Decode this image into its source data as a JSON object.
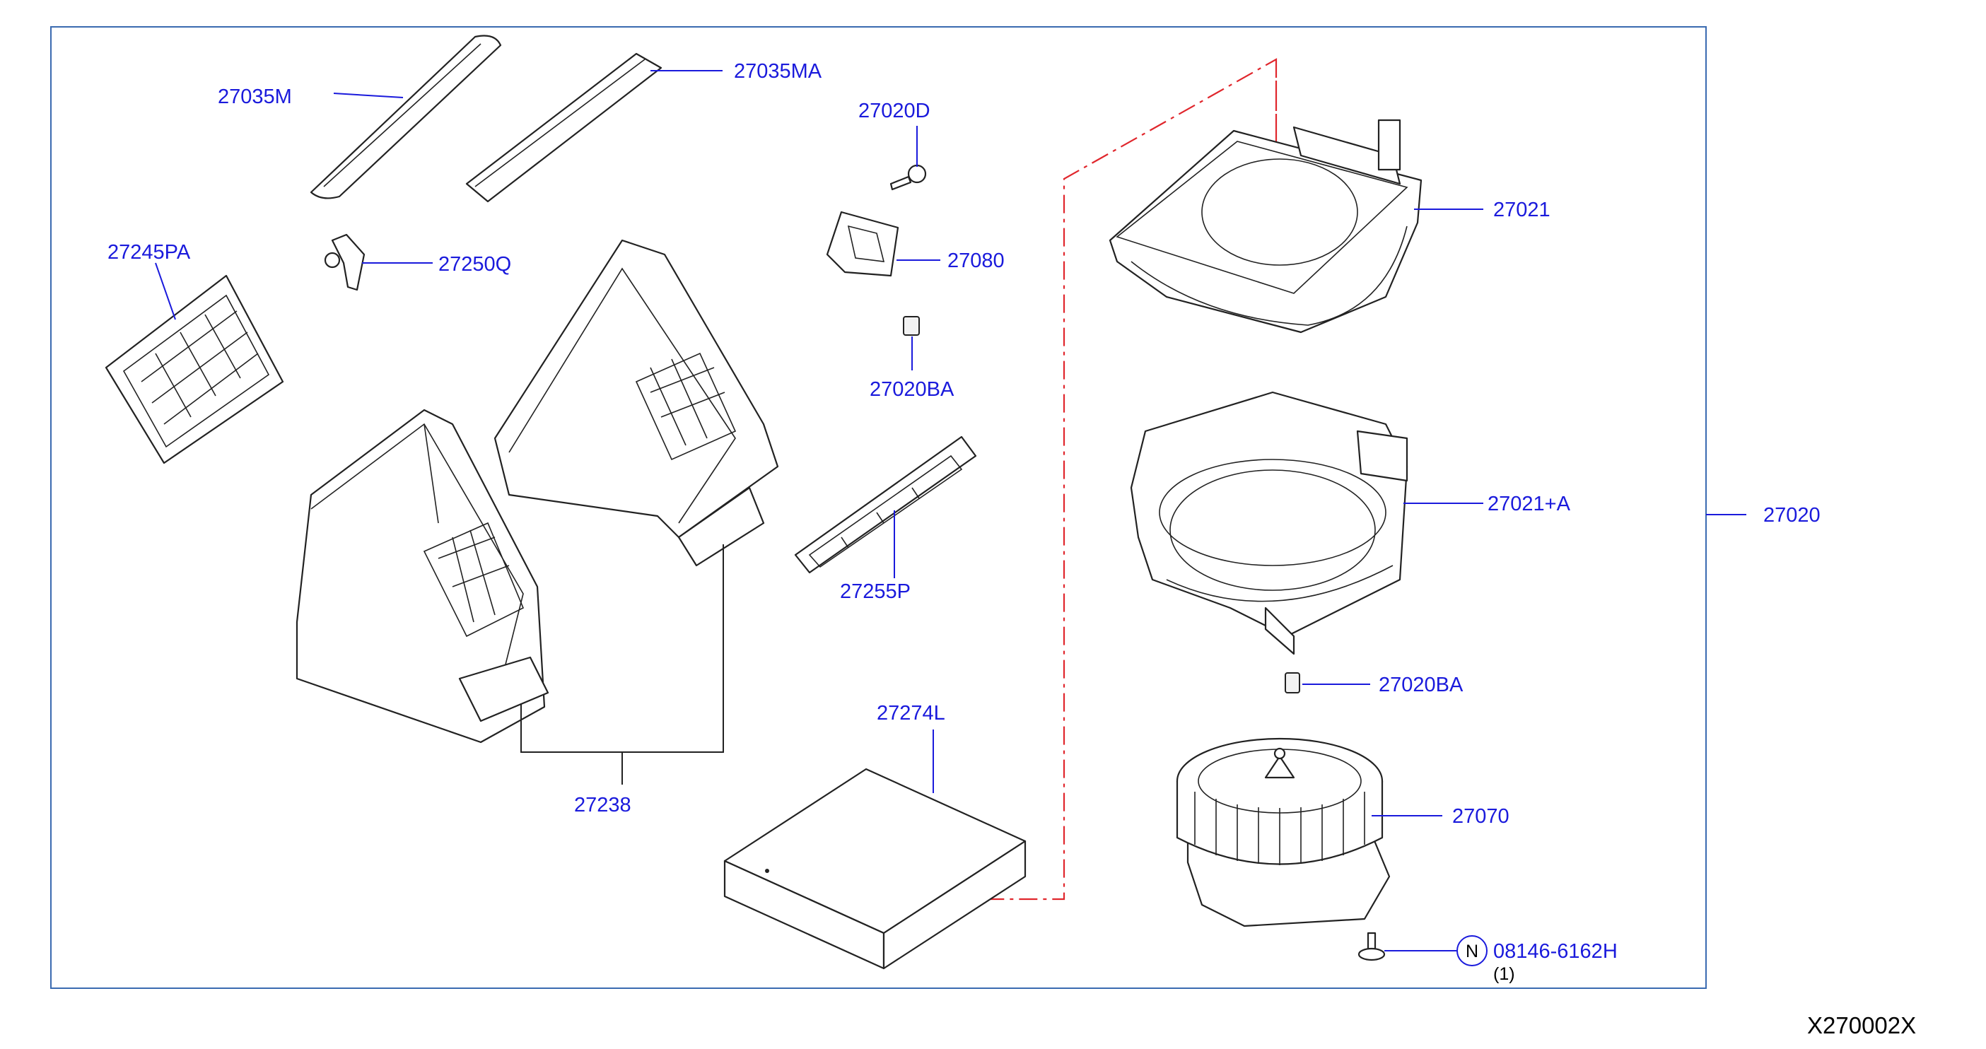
{
  "labels": {
    "p27035M": "27035M",
    "p27035MA": "27035MA",
    "p27020D": "27020D",
    "p27021": "27021",
    "p27245PA": "27245PA",
    "p27250Q": "27250Q",
    "p27080": "27080",
    "p27020BA_top": "27020BA",
    "p27021A": "27021+A",
    "p27020": "27020",
    "p27255P": "27255P",
    "p27020BA_bottom": "27020BA",
    "p27274L": "27274L",
    "p27070": "27070",
    "p27238": "27238",
    "p08146": "08146-6162H",
    "qty": "(1)",
    "n_marker": "N"
  },
  "diagram_code": "X270002X",
  "colors": {
    "label": "#1a1adc",
    "dashed_line": "#e0262c",
    "frame": "#3a6ab0"
  }
}
